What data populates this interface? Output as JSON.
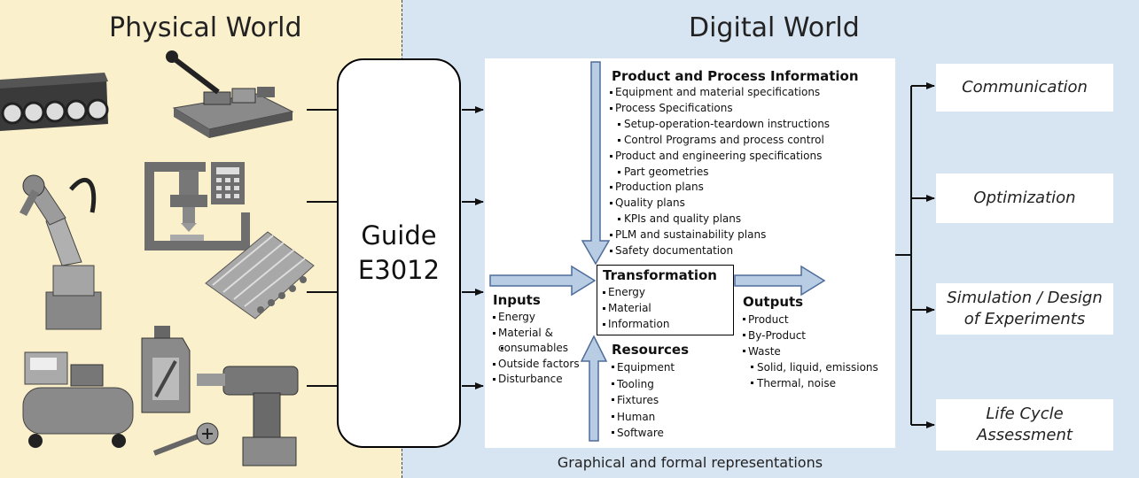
{
  "physical": {
    "title": "Physical World",
    "images": [
      "conveyor-belt",
      "toggle-clamp-fixture",
      "robot-arm",
      "cnc-machine",
      "metal-bars",
      "air-compressor",
      "oil-canister",
      "screw",
      "cordless-drill"
    ]
  },
  "digital": {
    "title": "Digital World"
  },
  "guide": {
    "line1": "Guide",
    "line2": "E3012"
  },
  "ppi": {
    "title": "Product and Process Information",
    "items": [
      "Equipment and material specifications",
      "Process Specifications",
      "Setup-operation-teardown instructions",
      "Control Programs and process control",
      "Product and engineering specifications",
      "Part geometries",
      "Production plans",
      "Quality plans",
      "KPIs and quality plans",
      "PLM and sustainability plans",
      "Safety documentation"
    ]
  },
  "transformation": {
    "title": "Transformation",
    "items": [
      "Energy",
      "Material",
      "Information"
    ]
  },
  "inputs": {
    "title": "Inputs",
    "items": [
      "Energy",
      "Material &",
      "consumables",
      "Outside factors",
      "Disturbance"
    ]
  },
  "outputs": {
    "title": "Outputs",
    "items": [
      "Product",
      "By-Product",
      "Waste",
      "Solid, liquid, emissions",
      "Thermal, noise"
    ]
  },
  "resources": {
    "title": "Resources",
    "items": [
      "Equipment",
      "Tooling",
      "Fixtures",
      "Human",
      "Software"
    ]
  },
  "footer": "Graphical and formal representations",
  "applications": [
    {
      "line1": "Communication",
      "line2": ""
    },
    {
      "line1": "Optimization",
      "line2": ""
    },
    {
      "line1": "Simulation / Design",
      "line2": "of Experiments"
    },
    {
      "line1": "Life Cycle",
      "line2": "Assessment"
    }
  ],
  "colors": {
    "physical_bg": "#fbf0cc",
    "digital_bg": "#d7e4f1",
    "arrow_fill": "#b8cce4",
    "arrow_stroke": "#4f6d9a"
  }
}
